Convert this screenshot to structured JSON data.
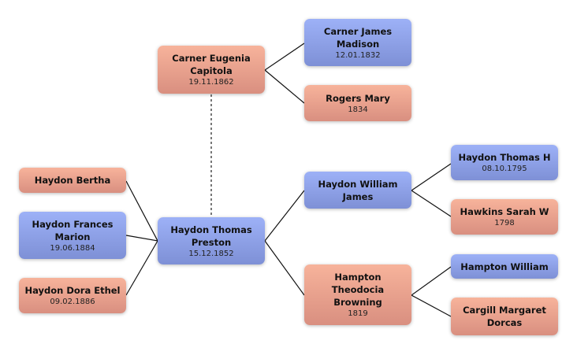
{
  "people": {
    "eugenia": {
      "name": "Carner Eugenia Capitola",
      "date": "19.11.1862",
      "sex": "female"
    },
    "james_madison": {
      "name": "Carner James Madison",
      "date": "12.01.1832",
      "sex": "male"
    },
    "rogers_mary": {
      "name": "Rogers Mary",
      "date": "1834",
      "sex": "female"
    },
    "bertha": {
      "name": "Haydon Bertha",
      "date": "",
      "sex": "female"
    },
    "frances": {
      "name": "Haydon Frances Marion",
      "date": "19.06.1884",
      "sex": "male"
    },
    "dora": {
      "name": "Haydon Dora Ethel",
      "date": "09.02.1886",
      "sex": "female"
    },
    "thomas_preston": {
      "name": "Haydon Thomas Preston",
      "date": "15.12.1852",
      "sex": "male"
    },
    "william_james": {
      "name": "Haydon William James",
      "date": "",
      "sex": "male"
    },
    "theodocia": {
      "name": "Hampton Theodocia Browning",
      "date": "1819",
      "sex": "female"
    },
    "thomas_h": {
      "name": "Haydon Thomas H",
      "date": "08.10.1795",
      "sex": "male"
    },
    "sarah_w": {
      "name": "Hawkins Sarah W",
      "date": "1798",
      "sex": "female"
    },
    "hampton_william": {
      "name": "Hampton William",
      "date": "",
      "sex": "male"
    },
    "cargill": {
      "name": "Cargill Margaret Dorcas",
      "date": "",
      "sex": "female"
    }
  },
  "colors": {
    "male": "#8ea1e8",
    "female": "#eca18d",
    "connector": "#111111",
    "spouse_link": "#777777"
  }
}
